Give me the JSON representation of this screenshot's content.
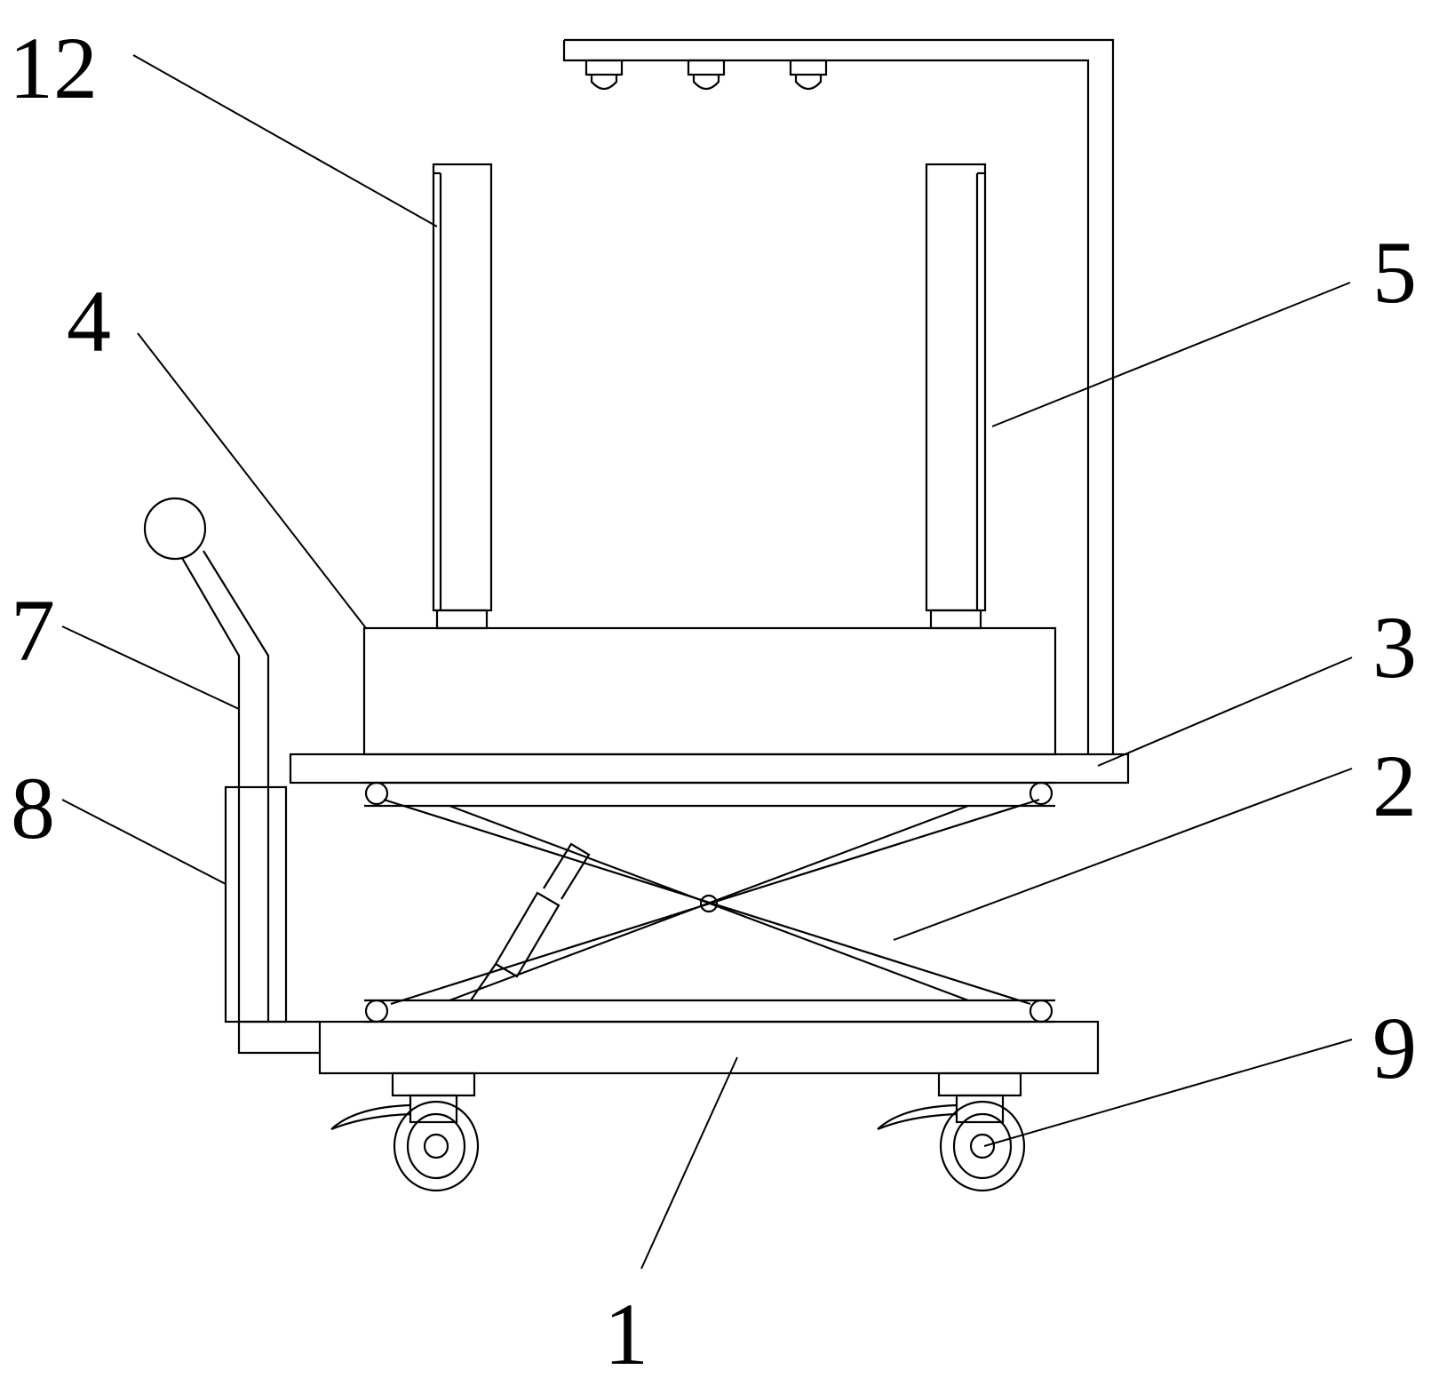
{
  "callouts": [
    {
      "id": "12",
      "label": "12"
    },
    {
      "id": "4",
      "label": "4"
    },
    {
      "id": "5",
      "label": "5"
    },
    {
      "id": "7",
      "label": "7"
    },
    {
      "id": "3",
      "label": "3"
    },
    {
      "id": "8",
      "label": "8"
    },
    {
      "id": "2",
      "label": "2"
    },
    {
      "id": "9",
      "label": "9"
    },
    {
      "id": "1",
      "label": "1"
    }
  ]
}
